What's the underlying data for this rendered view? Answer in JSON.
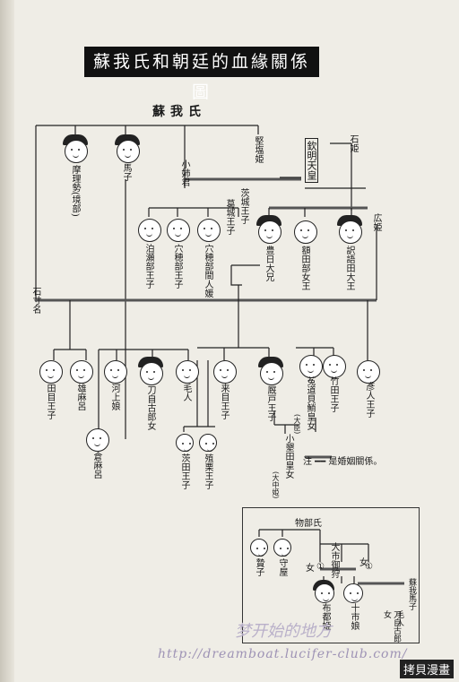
{
  "title": "蘇我氏和朝廷的血緣關係圖",
  "soga": "蘇我氏",
  "people": {
    "marishi": "摩理勢(境部)",
    "umako_top": "馬子",
    "oname": "小姉君",
    "katashio": "堅塩姫",
    "kinmei": "欽明天皇",
    "ishi": "石姫",
    "hirohime": "広姫",
    "hatsusebe": "泊瀬部王子",
    "anahobe": "穴穂部王子",
    "anahobe_hashi": "穴穂部間人媛",
    "kazuraki": "葛城王子",
    "ubaraki": "茨城王子",
    "toyohi": "豊日大兄",
    "nukatabe": "額田部女王",
    "osada": "訳語田大王",
    "ishiki": "石寸名",
    "tame": "田目王子",
    "omaro": "雄麻呂",
    "kawakami": "河上娘",
    "tojiko": "刀自古郎女",
    "emishi": "毛人",
    "kume": "来目王子",
    "umayado": "厩戸王子",
    "uji": "菟道貝鮹皇女",
    "takeda": "竹田王子",
    "hiko": "彥人王子",
    "kuramaro": "倉麻呂",
    "manta": "茨田王子",
    "hakuri": "殖栗王子",
    "owari": "小墾田皇女",
    "oomi": "(大臣)",
    "ohira": "(大中姫)"
  },
  "note": "注  ━━ 是婚姻關係。",
  "inset": {
    "mononobe": "物部氏",
    "niekko": "贄子",
    "moriya": "守屋",
    "onna1": "女",
    "omuraji": "大市御狩",
    "onna2": "女",
    "circle1": "①",
    "circle2": "①",
    "futsu": "布都姫",
    "toichi": "十市娘",
    "umako2": "蘇我馬子",
    "emishi2": "毛人",
    "tojiko2": "刀自古郎女"
  },
  "watermark": "梦开始的地方",
  "url": "http://dreamboat.lucifer-club.com/",
  "brand": "拷貝漫畫"
}
